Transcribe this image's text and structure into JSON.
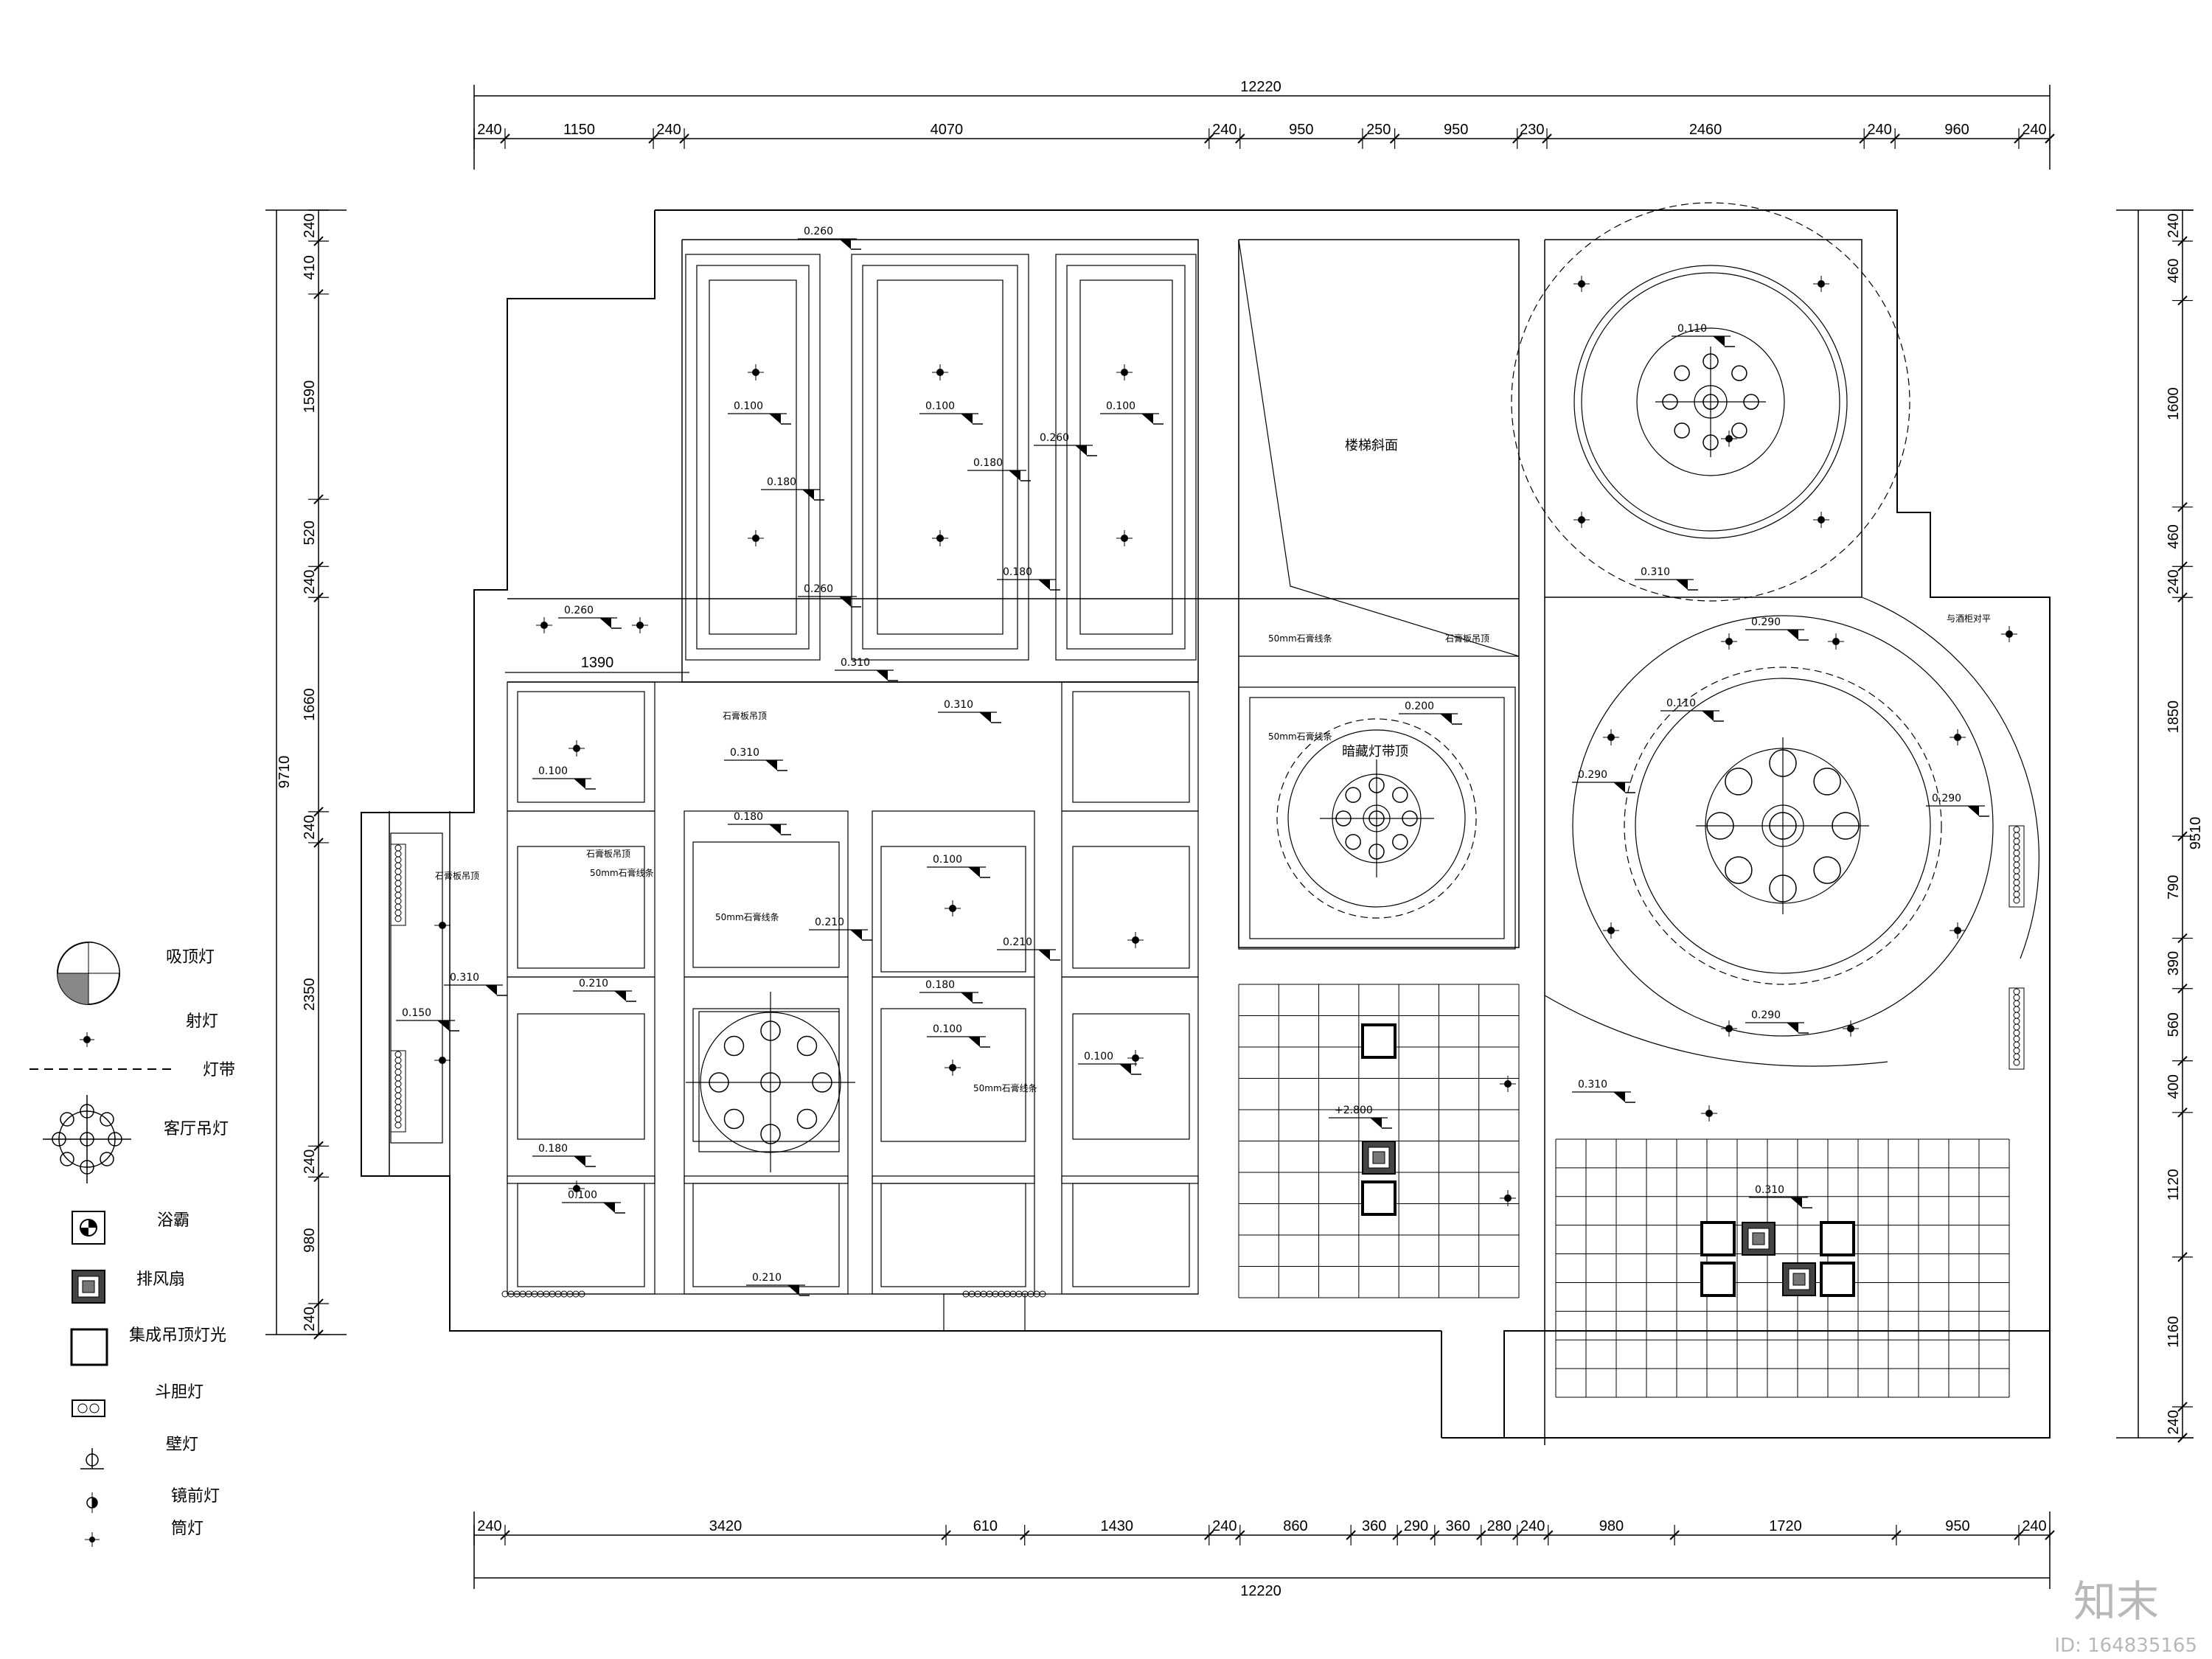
{
  "dimensions": {
    "top_total": "12220",
    "top_segments": [
      "240",
      "1150",
      "240",
      "4070",
      "240",
      "950",
      "250",
      "950",
      "230",
      "2460",
      "240",
      "960",
      "240"
    ],
    "bottom_total": "12220",
    "bottom_segments": [
      "240",
      "3420",
      "610",
      "1430",
      "240",
      "860",
      "360",
      "290",
      "360",
      "280",
      "240",
      "980",
      "1720",
      "950",
      "240"
    ],
    "left_total": "9710",
    "left_segments": [
      "240",
      "410",
      "1590",
      "520",
      "240",
      "1660",
      "240",
      "2350",
      "240",
      "980",
      "240"
    ],
    "right_total": "9510",
    "right_segments": [
      "240",
      "460",
      "1600",
      "460",
      "240",
      "1850",
      "790",
      "390",
      "560",
      "400",
      "1120",
      "1160",
      "240"
    ],
    "span_1390": "1390"
  },
  "levels": [
    "0.260",
    "0.100",
    "0.180",
    "0.260",
    "0.100",
    "0.180",
    "0.260",
    "0.180",
    "0.100",
    "0.260",
    "0.310",
    "0.310",
    "0.310",
    "0.100",
    "0.180",
    "0.210",
    "0.100",
    "0.210",
    "0.310",
    "0.150",
    "0.210",
    "0.180",
    "0.100",
    "0.100",
    "0.180",
    "0.100",
    "0.210",
    "0.200",
    "0.110",
    "0.310",
    "0.290",
    "0.110",
    "0.290",
    "0.290",
    "0.290",
    "0.310",
    "0.310",
    "+2.800"
  ],
  "room_labels": {
    "stair": "楼梯斜面",
    "cornice1": "石膏板吊顶",
    "cornice2": "石膏板吊顶",
    "cornice3": "石膏板吊顶",
    "cornice4": "石膏板吊顶",
    "line1": "50mm石膏线条",
    "line2": "50mm石膏线条",
    "line3": "50mm石膏线条",
    "line4": "50mm石膏线条",
    "line5": "50mm石膏线条",
    "ceiling_center": "暗藏灯带顶",
    "align_note": "与酒柜对平"
  },
  "legend": {
    "items": [
      {
        "icon": "ceiling-light-icon",
        "label": "吸顶灯"
      },
      {
        "icon": "spotlight-icon",
        "label": "射灯"
      },
      {
        "icon": "light-strip-icon",
        "label": "灯带"
      },
      {
        "icon": "chandelier-icon",
        "label": "客厅吊灯"
      },
      {
        "icon": "bath-heater-icon",
        "label": "浴霸"
      },
      {
        "icon": "exhaust-fan-icon",
        "label": "排风扇"
      },
      {
        "icon": "integrated-ceiling-light-icon",
        "label": "集成吊顶灯光"
      },
      {
        "icon": "grille-light-icon",
        "label": "斗胆灯"
      },
      {
        "icon": "wall-lamp-icon",
        "label": "壁灯"
      },
      {
        "icon": "mirror-light-icon",
        "label": "镜前灯"
      },
      {
        "icon": "downlight-icon",
        "label": "筒灯"
      }
    ]
  },
  "watermark": {
    "logo": "知末",
    "id": "ID: 164835165"
  }
}
